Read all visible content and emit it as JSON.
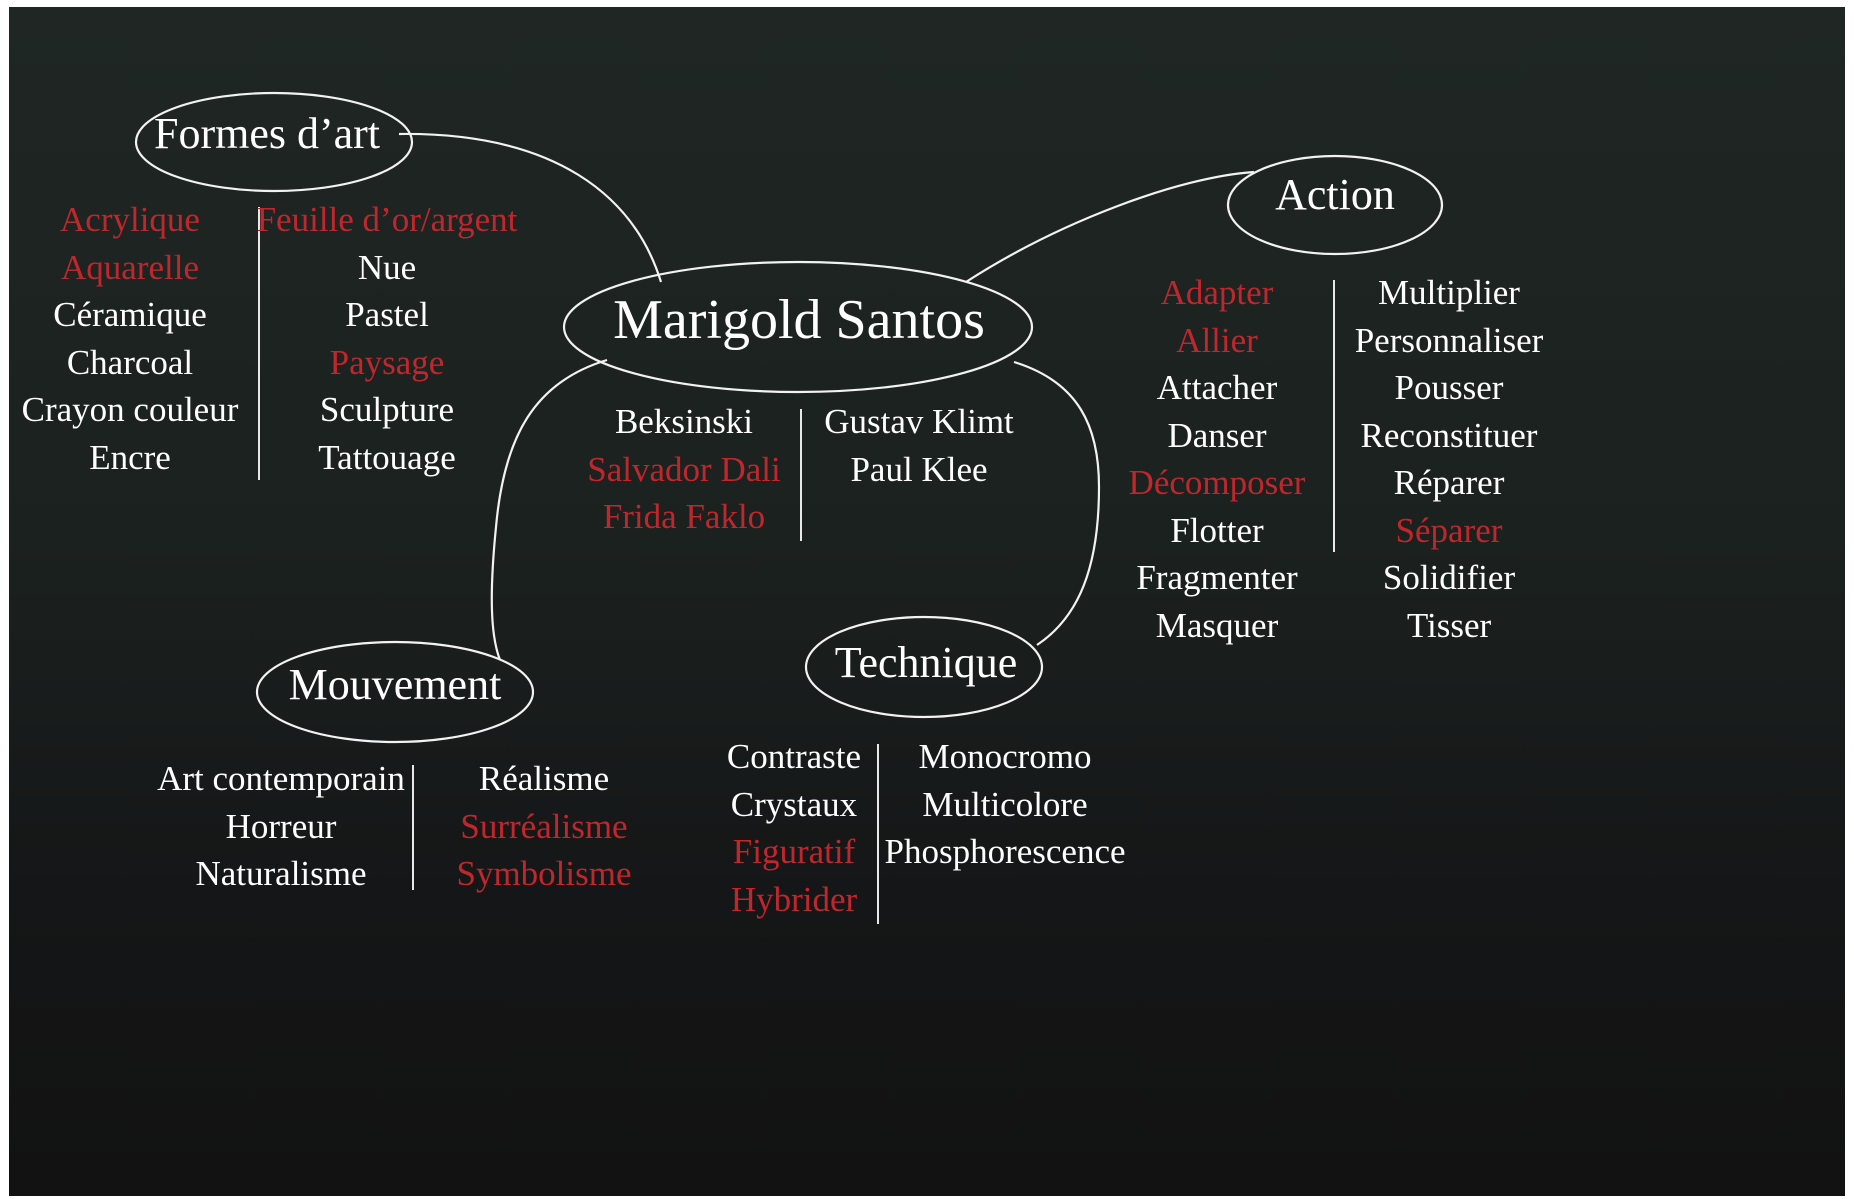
{
  "accent_color": "#c0272d",
  "center": {
    "title": "Marigold Santos"
  },
  "nodes": {
    "formes": {
      "title": "Formes d’art"
    },
    "action": {
      "title": "Action"
    },
    "mouvement": {
      "title": "Mouvement"
    },
    "technique": {
      "title": "Technique"
    }
  },
  "groups": {
    "artists_left": [
      {
        "text": "Beksinski",
        "highlight": false
      },
      {
        "text": "Salvador Dali",
        "highlight": true
      },
      {
        "text": "Frida Faklo",
        "highlight": true
      }
    ],
    "artists_right": [
      {
        "text": "Gustav Klimt",
        "highlight": false
      },
      {
        "text": "Paul Klee",
        "highlight": false
      }
    ],
    "formes_left": [
      {
        "text": "Acrylique",
        "highlight": true
      },
      {
        "text": "Aquarelle",
        "highlight": true
      },
      {
        "text": "Céramique",
        "highlight": false
      },
      {
        "text": "Charcoal",
        "highlight": false
      },
      {
        "text": "Crayon couleur",
        "highlight": false
      },
      {
        "text": "Encre",
        "highlight": false
      }
    ],
    "formes_right": [
      {
        "text": "Feuille d’or/argent",
        "highlight": true
      },
      {
        "text": "Nue",
        "highlight": false
      },
      {
        "text": "Pastel",
        "highlight": false
      },
      {
        "text": "Paysage",
        "highlight": true
      },
      {
        "text": "Sculpture",
        "highlight": false
      },
      {
        "text": "Tattouage",
        "highlight": false
      }
    ],
    "action_left": [
      {
        "text": "Adapter",
        "highlight": true
      },
      {
        "text": "Allier",
        "highlight": true
      },
      {
        "text": "Attacher",
        "highlight": false
      },
      {
        "text": "Danser",
        "highlight": false
      },
      {
        "text": "Décomposer",
        "highlight": true
      },
      {
        "text": "Flotter",
        "highlight": false
      },
      {
        "text": "Fragmenter",
        "highlight": false
      },
      {
        "text": "Masquer",
        "highlight": false
      }
    ],
    "action_right": [
      {
        "text": "Multiplier",
        "highlight": false
      },
      {
        "text": "Personnaliser",
        "highlight": false
      },
      {
        "text": "Pousser",
        "highlight": false
      },
      {
        "text": "Reconstituer",
        "highlight": false
      },
      {
        "text": "Réparer",
        "highlight": false
      },
      {
        "text": "Séparer",
        "highlight": true
      },
      {
        "text": "Solidifier",
        "highlight": false
      },
      {
        "text": "Tisser",
        "highlight": false
      }
    ],
    "mouvement_left": [
      {
        "text": "Art contemporain",
        "highlight": false
      },
      {
        "text": "Horreur",
        "highlight": false
      },
      {
        "text": "Naturalisme",
        "highlight": false
      }
    ],
    "mouvement_right": [
      {
        "text": "Réalisme",
        "highlight": false
      },
      {
        "text": "Surréalisme",
        "highlight": true
      },
      {
        "text": "Symbolisme",
        "highlight": true
      }
    ],
    "technique_left": [
      {
        "text": "Contraste",
        "highlight": false
      },
      {
        "text": "Crystaux",
        "highlight": false
      },
      {
        "text": "Figuratif",
        "highlight": true
      },
      {
        "text": "Hybrider",
        "highlight": true
      }
    ],
    "technique_right": [
      {
        "text": "Monocromo",
        "highlight": false
      },
      {
        "text": "Multicolore",
        "highlight": false
      },
      {
        "text": "Phosphorescence",
        "highlight": false
      }
    ]
  }
}
